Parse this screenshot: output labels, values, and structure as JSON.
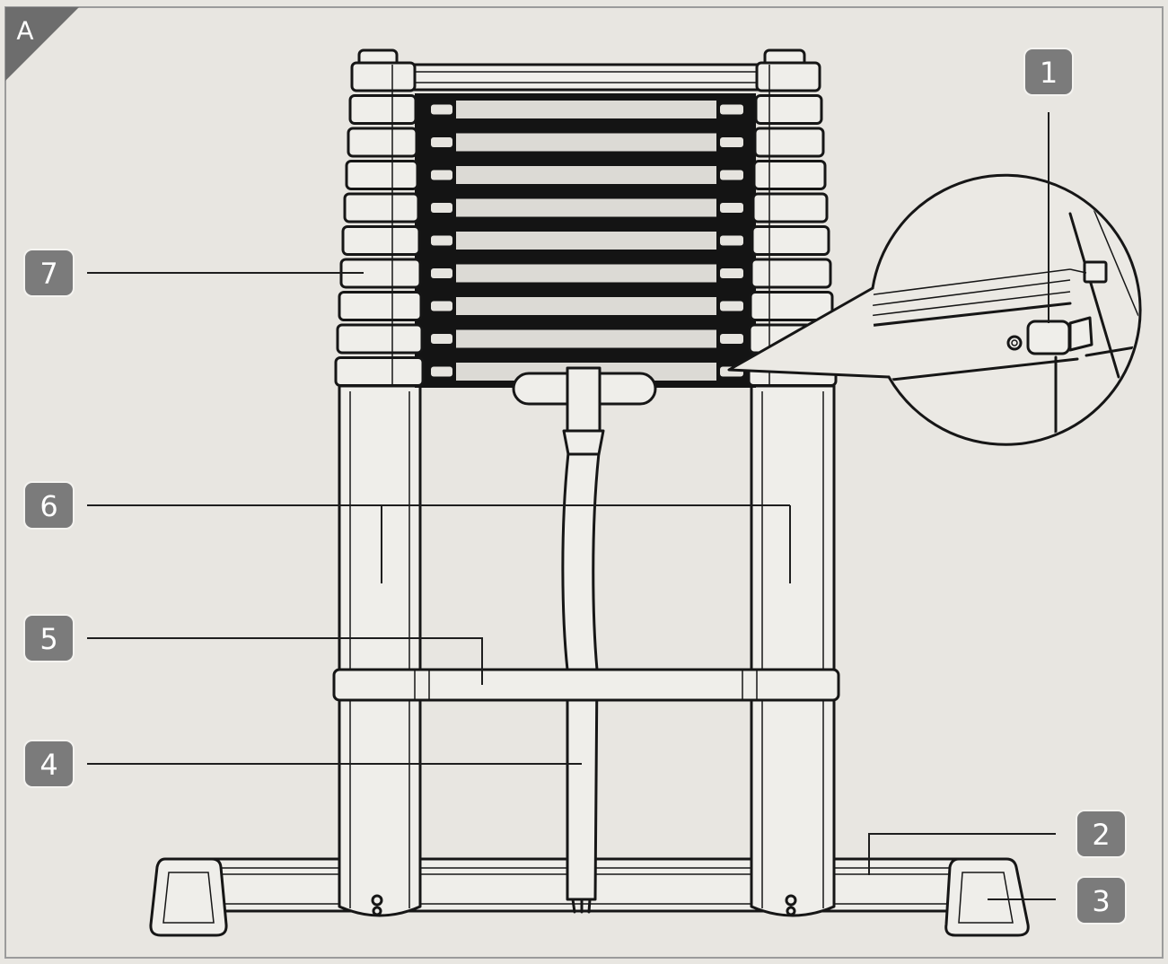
{
  "corner_tab": {
    "label": "A"
  },
  "callouts": {
    "c1": "1",
    "c2": "2",
    "c3": "3",
    "c4": "4",
    "c5": "5",
    "c6": "6",
    "c7": "7"
  },
  "colors": {
    "background": "#e8e6e1",
    "badge": "#7b7b7b",
    "tab": "#6d6d6d",
    "line": "#161616"
  }
}
